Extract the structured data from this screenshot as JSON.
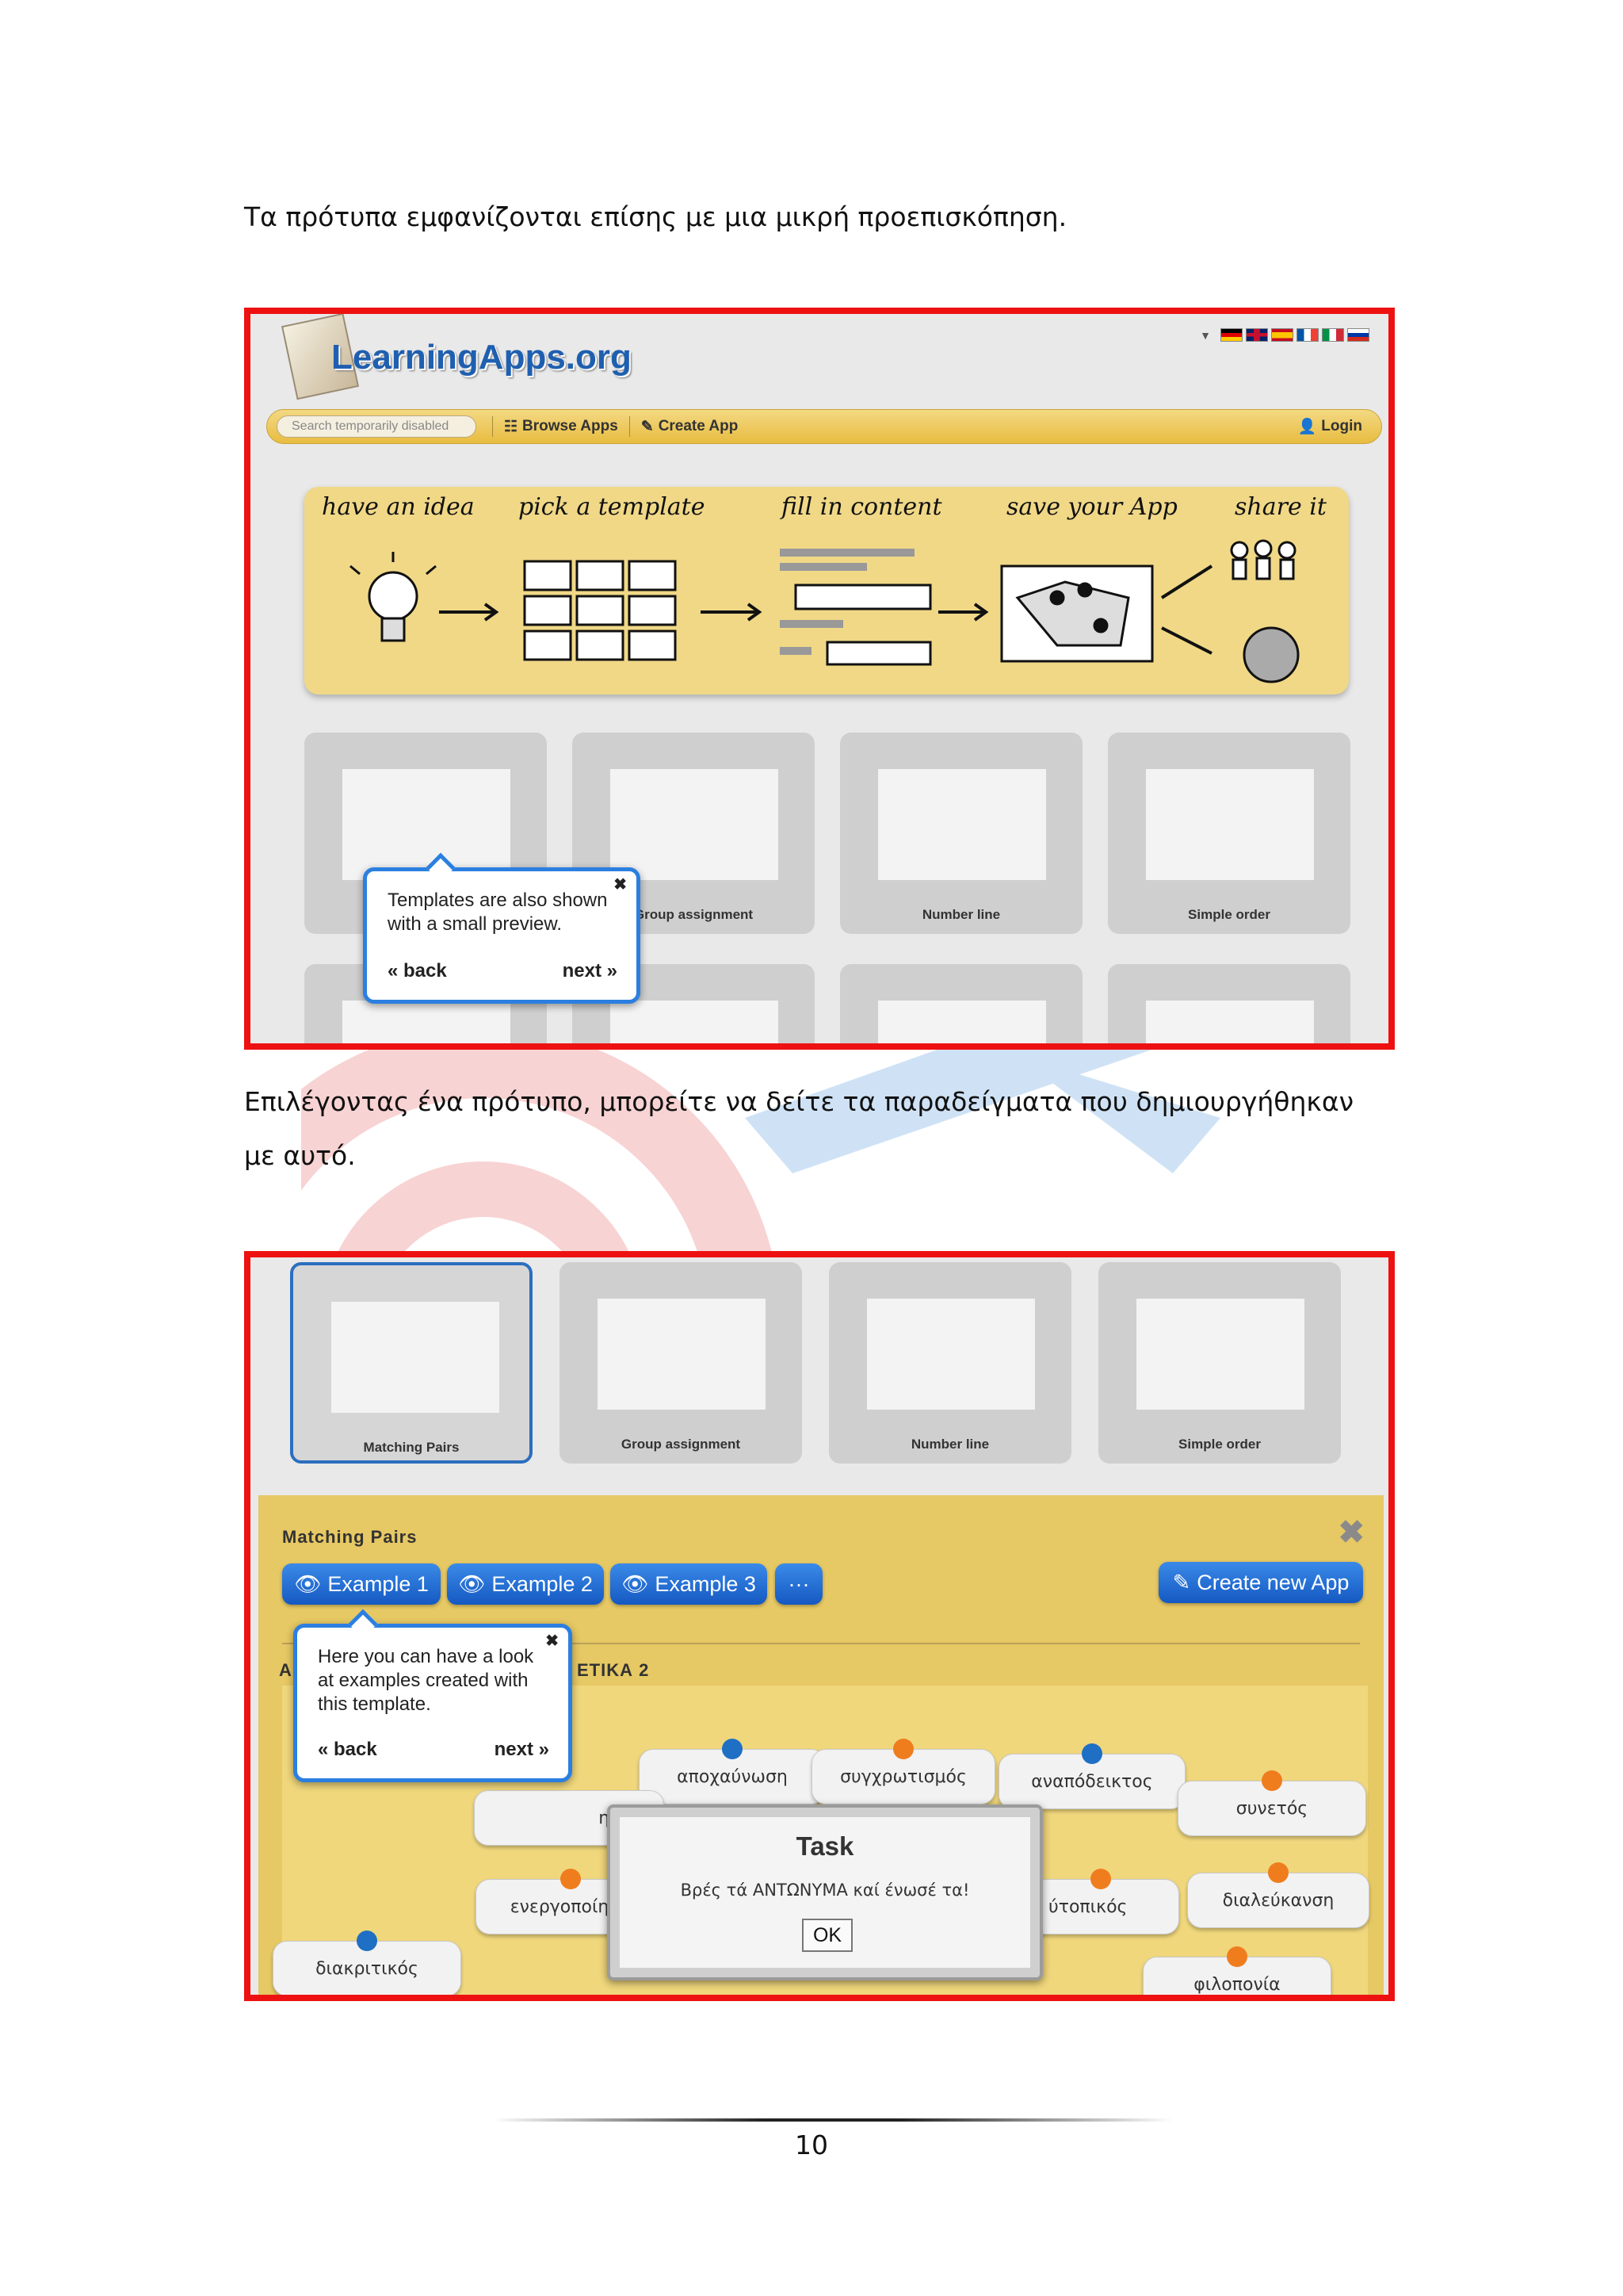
{
  "paragraphs": {
    "p1": "Τα πρότυπα εμφανίζονται επίσης με μια μικρή προεπισκόπηση.",
    "p2": "Επιλέγοντας ένα πρότυπο,  μπορείτε να δείτε τα παραδείγματα που δημιουργήθηκαν με αυτό."
  },
  "screenshot1": {
    "logo": "LearningApps.org",
    "flags": [
      "#000/#d00/#fc0",
      "#012169/#c8102e",
      "#c60b1e/#ffc400",
      "#0055a4/#ef4135",
      "#009246/#ce2b37",
      "#fff/#0039a6/#d52b1e"
    ],
    "nav": {
      "search_placeholder": "Search temporarily disabled",
      "browse": "Browse Apps",
      "create": "Create App",
      "login": "Login"
    },
    "steps": [
      "have an idea",
      "pick a template",
      "fill in content",
      "save your App",
      "share it"
    ],
    "tiles": [
      "",
      "Group assignment",
      "Number line",
      "Simple order"
    ],
    "popup": {
      "line1": "Templates are also shown",
      "line2": "with a small preview.",
      "back": "« back",
      "next": "next »"
    }
  },
  "screenshot2": {
    "tiles": [
      "Matching Pairs",
      "Group assignment",
      "Number line",
      "Simple order"
    ],
    "panel_title": "Matching Pairs",
    "examples": [
      "Example 1",
      "Example 2",
      "Example 3"
    ],
    "more": "···",
    "create_new": "Create new App",
    "sub_left": "A",
    "sub_right": "ΕΤΙΚΑ 2",
    "popup": {
      "line1": "Here you can have a look",
      "line2": "at examples created with",
      "line3": "this template.",
      "back": "« back",
      "next": "next »"
    },
    "cards": {
      "c1": "αποχαύνωση",
      "c2": "συγχρωτισμός",
      "c3": "αναπόδεικτος",
      "c4": "συνετός",
      "c5": "ητα",
      "c6": "ενεργοποίηση",
      "c7": "ύτοπικός",
      "c8": "διαλεύκανση",
      "c9": "διακριτικός",
      "c10": "φιλοπονία"
    },
    "task": {
      "title": "Task",
      "text": "Βρές τά ΑΝΤΩΝΥΜΑ καί ένωσέ τα!",
      "ok": "OK"
    }
  },
  "page_number": "10"
}
